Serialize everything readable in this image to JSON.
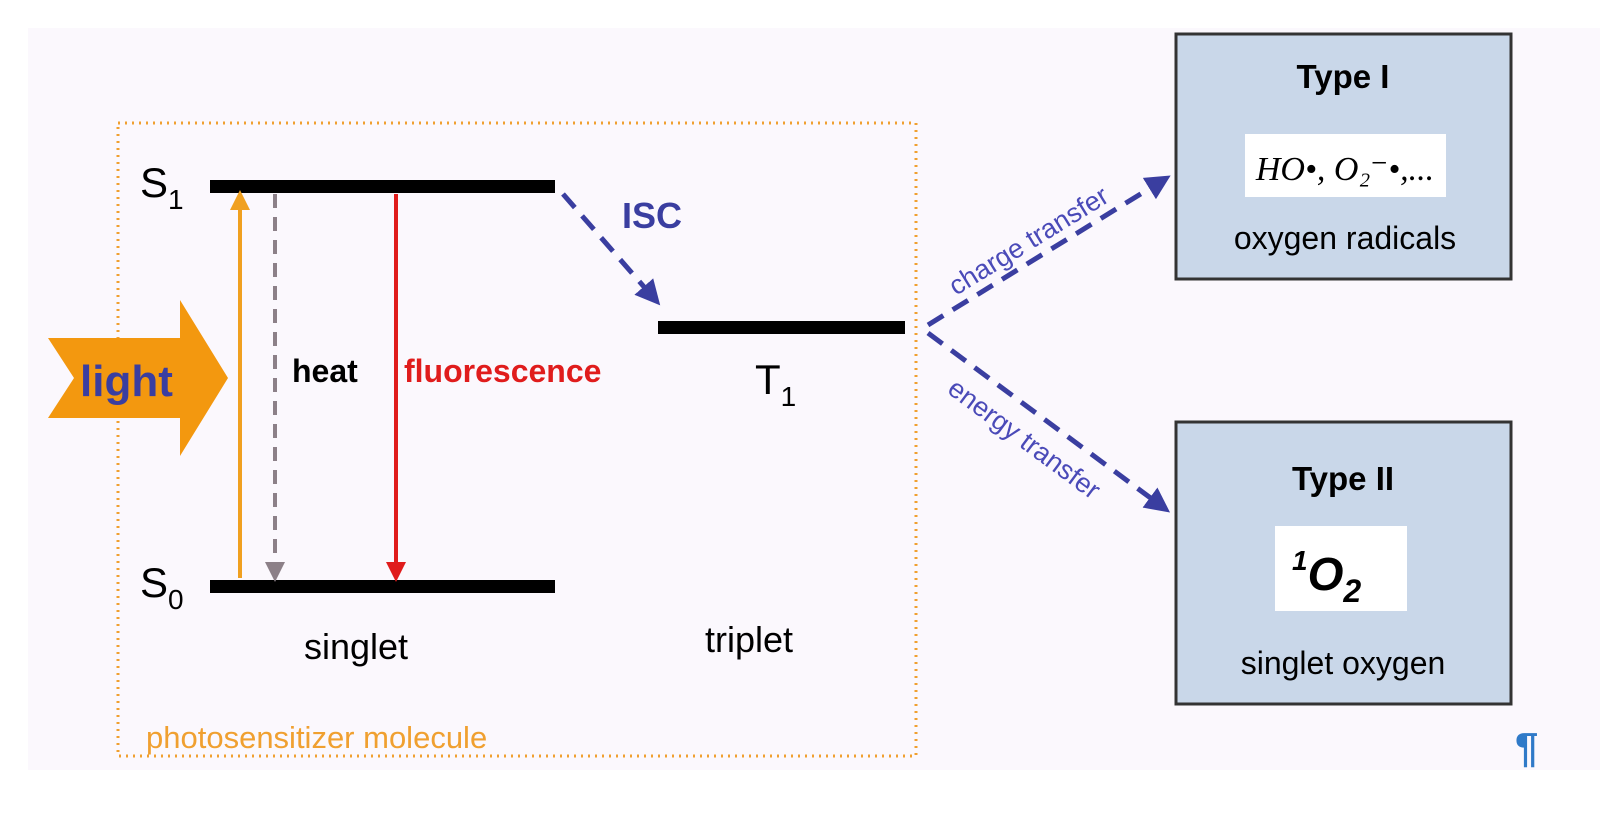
{
  "colors": {
    "background": "#fbf8fd",
    "page": "#ffffff",
    "level_bar": "#000000",
    "light_arrow": "#f3980f",
    "light_text": "#3a3ea0",
    "absorption_arrow": "#f0a020",
    "heat_arrow": "#8c8088",
    "fluorescence": "#e01c1c",
    "transfer_blue": "#3a3ea0",
    "box_fill": "#c9d7e9",
    "box_stroke": "#333333",
    "molecule_border": "#f0a030",
    "molecule_label": "#f0a030",
    "pilcrow": "#2f7ac8"
  },
  "energy_levels": {
    "s1": {
      "label": "S",
      "subscript": "1"
    },
    "s0": {
      "label": "S",
      "subscript": "0"
    },
    "t1": {
      "label": "T",
      "subscript": "1"
    },
    "singlet_caption": "singlet",
    "triplet_caption": "triplet"
  },
  "light": {
    "label": "light"
  },
  "transitions": {
    "heat": "heat",
    "fluorescence": "fluorescence",
    "isc": "ISC",
    "charge_transfer": "charge transfer",
    "energy_transfer": "energy transfer"
  },
  "molecule_box": {
    "label": "photosensitizer molecule"
  },
  "type1": {
    "title": "Type I",
    "formula": "HO•, O₂⁻•,...",
    "caption": "oxygen radicals"
  },
  "type2": {
    "title": "Type II",
    "formula_super": "1",
    "formula_main": "O",
    "formula_sub": "2",
    "caption": "singlet oxygen"
  },
  "pilcrow": "¶"
}
